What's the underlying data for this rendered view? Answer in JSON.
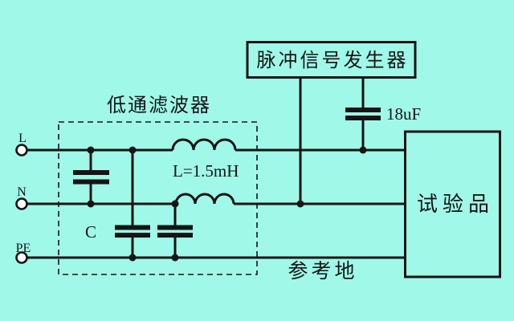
{
  "colors": {
    "background": "#a0f8e8",
    "line": "#151515",
    "terminal_fill": "#ffffff"
  },
  "labels": {
    "filter_title": "低通滤波器",
    "pulse_generator": "脉冲信号发生器",
    "test_item": "试验品",
    "reference_ground": "参考地",
    "inductance": "L=1.5mH",
    "filter_capacitor": "C",
    "coupling_capacitor": "18uF"
  },
  "terminals": [
    {
      "id": "line",
      "label": "L"
    },
    {
      "id": "neutral",
      "label": "N"
    },
    {
      "id": "protective-earth",
      "label": "PE"
    }
  ]
}
